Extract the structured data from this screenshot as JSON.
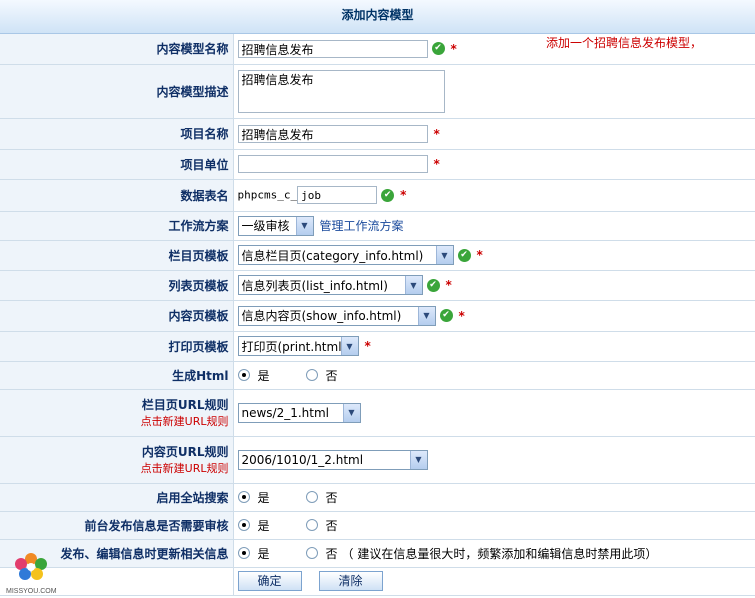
{
  "header": {
    "title": "添加内容模型"
  },
  "hint": "添加一个招聘信息发布模型，",
  "fields": {
    "model_name": {
      "label": "内容模型名称",
      "value": "招聘信息发布"
    },
    "model_desc": {
      "label": "内容模型描述",
      "value": "招聘信息发布"
    },
    "item_name": {
      "label": "项目名称",
      "value": "招聘信息发布"
    },
    "item_unit": {
      "label": "项目单位",
      "value": ""
    },
    "table_name": {
      "label": "数据表名",
      "prefix": "phpcms_c_",
      "value": "job"
    },
    "workflow": {
      "label": "工作流方案",
      "selected": "一级审核",
      "link": "管理工作流方案"
    },
    "category_tpl": {
      "label": "栏目页模板",
      "selected": "信息栏目页(category_info.html)"
    },
    "list_tpl": {
      "label": "列表页模板",
      "selected": "信息列表页(list_info.html)"
    },
    "content_tpl": {
      "label": "内容页模板",
      "selected": "信息内容页(show_info.html)"
    },
    "print_tpl": {
      "label": "打印页模板",
      "selected": "打印页(print.html)"
    },
    "gen_html": {
      "label": "生成Html",
      "yes": "是",
      "no": "否"
    },
    "cat_url": {
      "label": "栏目页URL规则",
      "sublabel": "点击新建URL规则",
      "selected": "news/2_1.html"
    },
    "content_url": {
      "label": "内容页URL规则",
      "sublabel": "点击新建URL规则",
      "selected": "2006/1010/1_2.html"
    },
    "site_search": {
      "label": "启用全站搜索",
      "yes": "是",
      "no": "否"
    },
    "front_review": {
      "label": "前台发布信息是否需要审核",
      "yes": "是",
      "no": "否"
    },
    "update_related": {
      "label": "发布、编辑信息时更新相关信息",
      "yes": "是",
      "no": "否",
      "note": "（ 建议在信息量很大时，频繁添加和编辑信息时禁用此项）"
    }
  },
  "buttons": {
    "submit": "确定",
    "reset": "清除"
  },
  "watermark": "MISSYOU.COM",
  "colors": {
    "label_text": "#0f2f66",
    "required": "#cc0000",
    "ok": "#3aa53a"
  }
}
